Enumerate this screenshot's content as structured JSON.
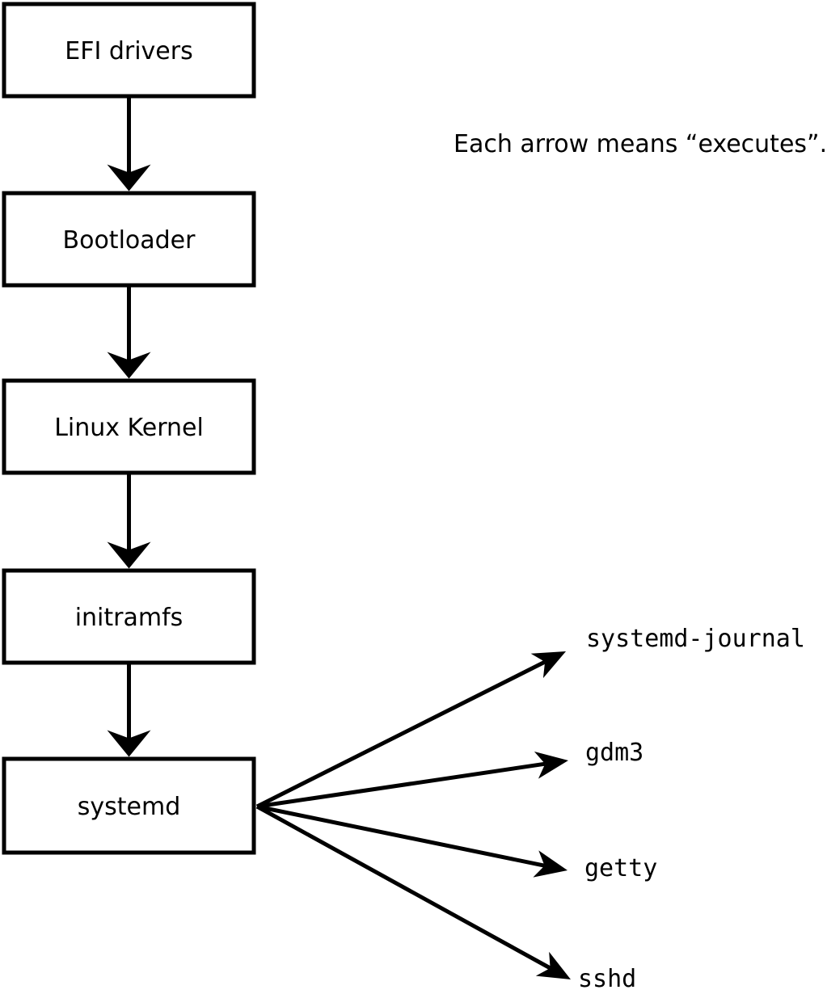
{
  "note": "Each arrow means “executes”.",
  "colors": {
    "ink": "#000000",
    "background": "#ffffff",
    "box_fill": "#ffffff"
  },
  "flow": {
    "boxes": [
      {
        "label": "EFI drivers"
      },
      {
        "label": "Bootloader"
      },
      {
        "label": "Linux Kernel"
      },
      {
        "label": "initramfs"
      },
      {
        "label": "systemd"
      }
    ],
    "spawned": [
      {
        "label": "systemd-journal"
      },
      {
        "label": "gdm3"
      },
      {
        "label": "getty"
      },
      {
        "label": "sshd"
      }
    ]
  }
}
